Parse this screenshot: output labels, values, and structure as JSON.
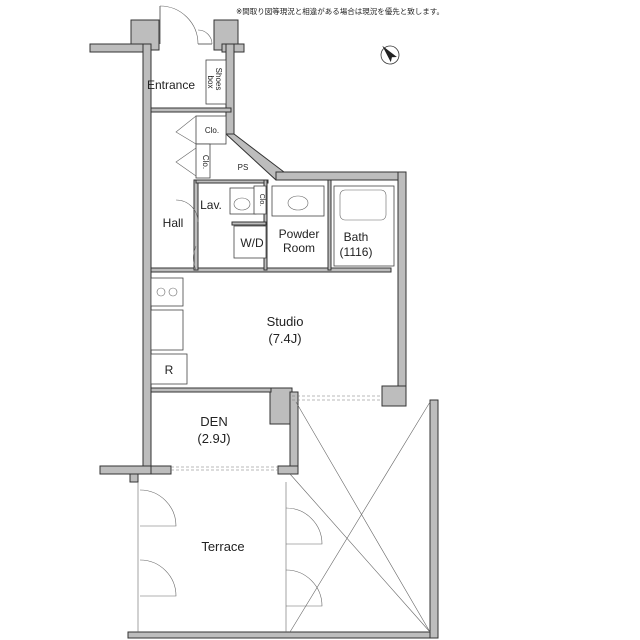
{
  "notice": "※間取り図等現況と相違がある場合は現況を優先と致します。",
  "compass": {
    "icon": "north-arrow-icon"
  },
  "rooms": {
    "entrance": "Entrance",
    "shoes_box": [
      "Shoes",
      "box"
    ],
    "closet_1": "Clo.",
    "closet_2": "Clo.",
    "closet_3": "Clo.",
    "ps": "PS",
    "lav": "Lav.",
    "hall": "Hall",
    "wd": "W/D",
    "powder_room": [
      "Powder",
      "Room"
    ],
    "bath": [
      "Bath",
      "(1116)"
    ],
    "studio": [
      "Studio",
      "(7.4J)"
    ],
    "refrigerator": "R",
    "den": [
      "DEN",
      "(2.9J)"
    ],
    "terrace": "Terrace"
  }
}
